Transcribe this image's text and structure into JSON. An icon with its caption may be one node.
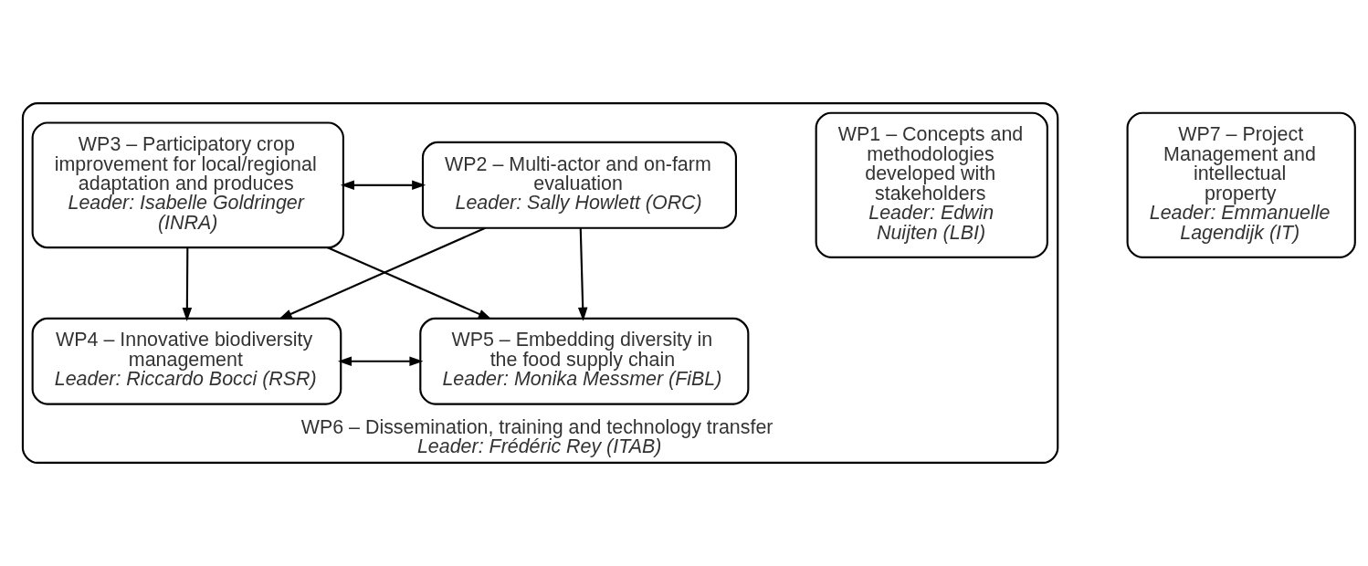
{
  "diagram": {
    "nodes": [
      {
        "text": [
          "WP6 – Dissemination, training and technology transfer",
          "Leader: Frédéric Rey (ITAB)"
        ]
      },
      {
        "text": [
          "WP1 – Concepts and methodologies developed with stakeholders",
          "Leader: Edwin Nuijten (LBI)"
        ],
        "in": 0
      },
      {
        "text": [
          "WP2 – Multi-actor and on-farm evaluation",
          "Leader: Sally Howlett (ORC)"
        ],
        "in": 0
      },
      {
        "text": [
          "WP3 – Participatory crop improvement for local/regional adaptation and produces",
          "Leader: Isabelle Goldringer (INRA)"
        ],
        "in": 0
      },
      {
        "text": [
          "WP4 – Innovative biodiversity management",
          "Leader: Riccardo Bocci (RSR)"
        ],
        "in": 0
      },
      {
        "text": [
          "WP5 – Embedding diversity in the food supply chain",
          "Leader: Monika Messmer (FiBL)"
        ],
        "in": 0
      },
      {
        "text": [
          "WP7 – Project Management and intellectual property",
          "Leader: Emmanuelle Lagendijk (IT)"
        ]
      }
    ],
    "edges": [
      {
        "from": 2,
        "to": 3,
        "arrow": "both"
      },
      {
        "from": 2,
        "to": 4,
        "arrow": "to"
      },
      {
        "from": 3,
        "to": 5,
        "arrow": "to"
      },
      {
        "from": 2,
        "to": 5,
        "arrow": "to"
      },
      {
        "from": 3,
        "to": 4,
        "arrow": "to"
      },
      {
        "from": 4,
        "to": 5,
        "arrow": "both"
      }
    ]
  }
}
